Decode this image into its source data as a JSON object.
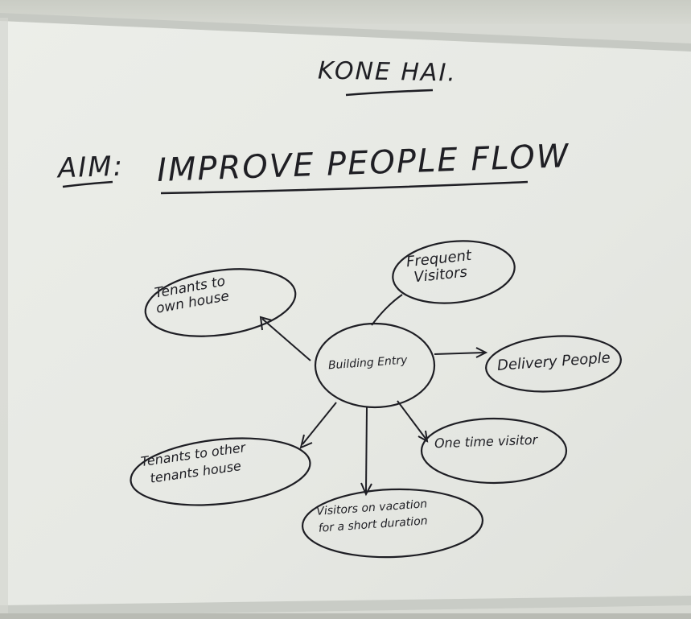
{
  "board": {
    "heading": "KONE HAI.",
    "aim_label": "AIM:",
    "aim_text": "IMPROVE PEOPLE FLOW"
  },
  "diagram": {
    "center": "Building Entry",
    "nodes": {
      "frequent_line1": "Frequent",
      "frequent_line2": "Visitors",
      "delivery": "Delivery People",
      "onetime": "One time visitor",
      "vacation_line1": "Visitors on vacation",
      "vacation_line2": "for a short duration",
      "other_tenants_line1": "Tenants to other",
      "other_tenants_line2": "tenants house",
      "own_house_line1": "Tenants to",
      "own_house_line2": "own house"
    }
  },
  "colors": {
    "board": "#e9ebe6",
    "frame": "#bfc2bc",
    "marker": "#1e1e24"
  }
}
